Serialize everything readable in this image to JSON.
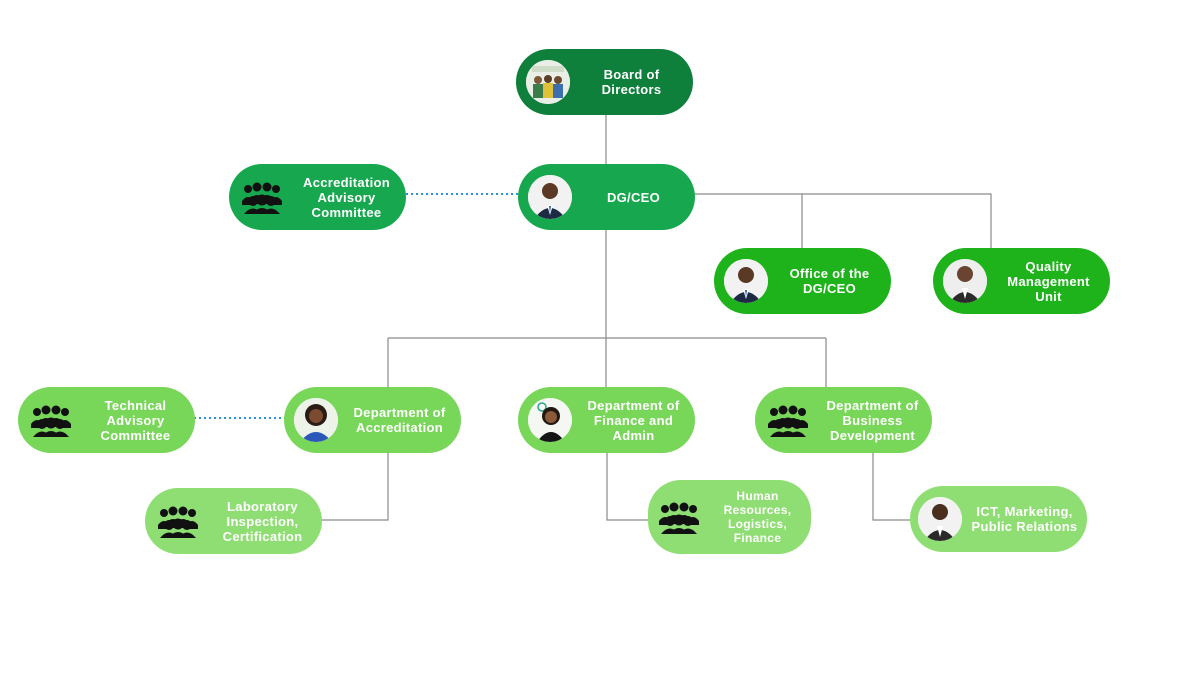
{
  "colors": {
    "board": "#0f7f3c",
    "ceo_row": "#17a84f",
    "offices": "#1eb31a",
    "departments": "#78d659",
    "units": "#8fde73",
    "connector": "#8a8a8a",
    "advisory_link": "#2a8fd6"
  },
  "nodes": {
    "board": {
      "label": "Board of\nDirectors",
      "icon": "group-photo-icon"
    },
    "accreditation_advisory": {
      "label": "Accreditation\nAdvisory\nCommittee",
      "icon": "people-group-icon"
    },
    "dg_ceo": {
      "label": "DG/CEO",
      "icon": "person-photo-icon"
    },
    "office_dg_ceo": {
      "label": "Office of the\nDG/CEO",
      "icon": "person-photo-icon"
    },
    "quality_unit": {
      "label": "Quality\nManagement\nUnit",
      "icon": "person-photo-icon"
    },
    "technical_advisory": {
      "label": "Technical\nAdvisory\nCommittee",
      "icon": "people-group-icon"
    },
    "dept_accreditation": {
      "label": "Department of\nAccreditation",
      "icon": "person-photo-icon"
    },
    "dept_finance": {
      "label": "Department of\nFinance and\nAdmin",
      "icon": "person-photo-icon"
    },
    "dept_business": {
      "label": "Department of\nBusiness\nDevelopment",
      "icon": "people-group-icon"
    },
    "lab_unit": {
      "label": "Laboratory\nInspection,\nCertification",
      "icon": "people-group-icon"
    },
    "hr_unit": {
      "label": "Human\nResources,\nLogistics,\nFinance",
      "icon": "people-group-icon"
    },
    "ict_unit": {
      "label": "ICT, Marketing,\nPublic Relations",
      "icon": "person-photo-icon"
    }
  }
}
